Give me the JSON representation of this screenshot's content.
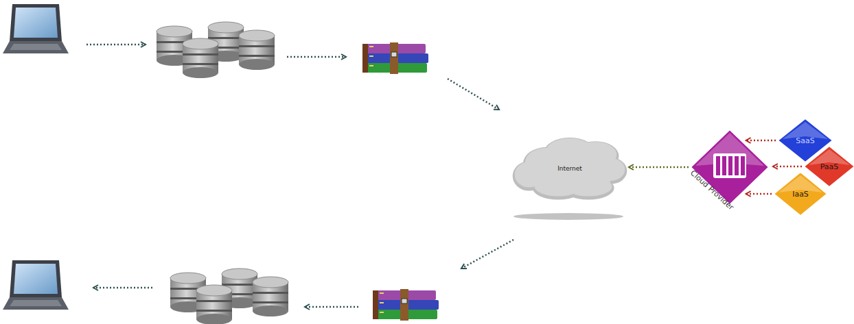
{
  "diagram": {
    "nodes": [
      {
        "text": [
          "Internet"
        ]
      },
      {
        "text": [
          "Cloud Provider"
        ]
      },
      {
        "text": [
          "SaaS"
        ]
      },
      {
        "text": [
          "PaaS"
        ]
      },
      {
        "text": [
          "IaaS"
        ]
      }
    ],
    "edges": [
      {
        "from": 2,
        "to": 1,
        "arrow": "to"
      },
      {
        "from": 3,
        "to": 1,
        "arrow": "to"
      },
      {
        "from": 4,
        "to": 1,
        "arrow": "to"
      },
      {
        "from": 1,
        "to": 0,
        "arrow": "to"
      }
    ]
  }
}
